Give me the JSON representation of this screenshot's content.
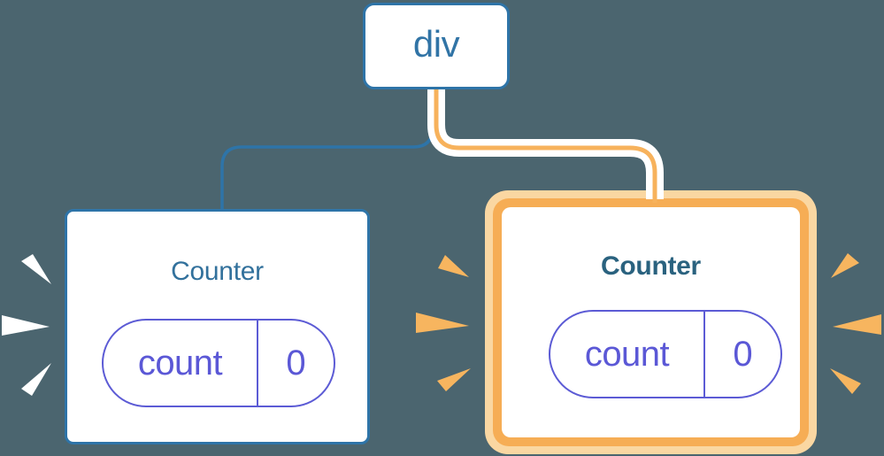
{
  "diagram": {
    "root": {
      "label": "div"
    },
    "counters": [
      {
        "title": "Counter",
        "state_key": "count",
        "state_value": "0",
        "highlighted": false
      },
      {
        "title": "Counter",
        "state_key": "count",
        "state_value": "0",
        "highlighted": true
      }
    ]
  },
  "palette": {
    "background": "#4B656F",
    "node_blue": "#2E74A8",
    "title_blue": "#32719C",
    "title_blue_bold": "#2A627F",
    "pill_purple": "#5C5BD5",
    "highlight_orange": "#F6AD55",
    "highlight_orange_light": "#FAD7A2",
    "edge_orange": "#F7B25C",
    "spark_orange": "#F7B55F",
    "spark_white": "#FFFFFF"
  }
}
